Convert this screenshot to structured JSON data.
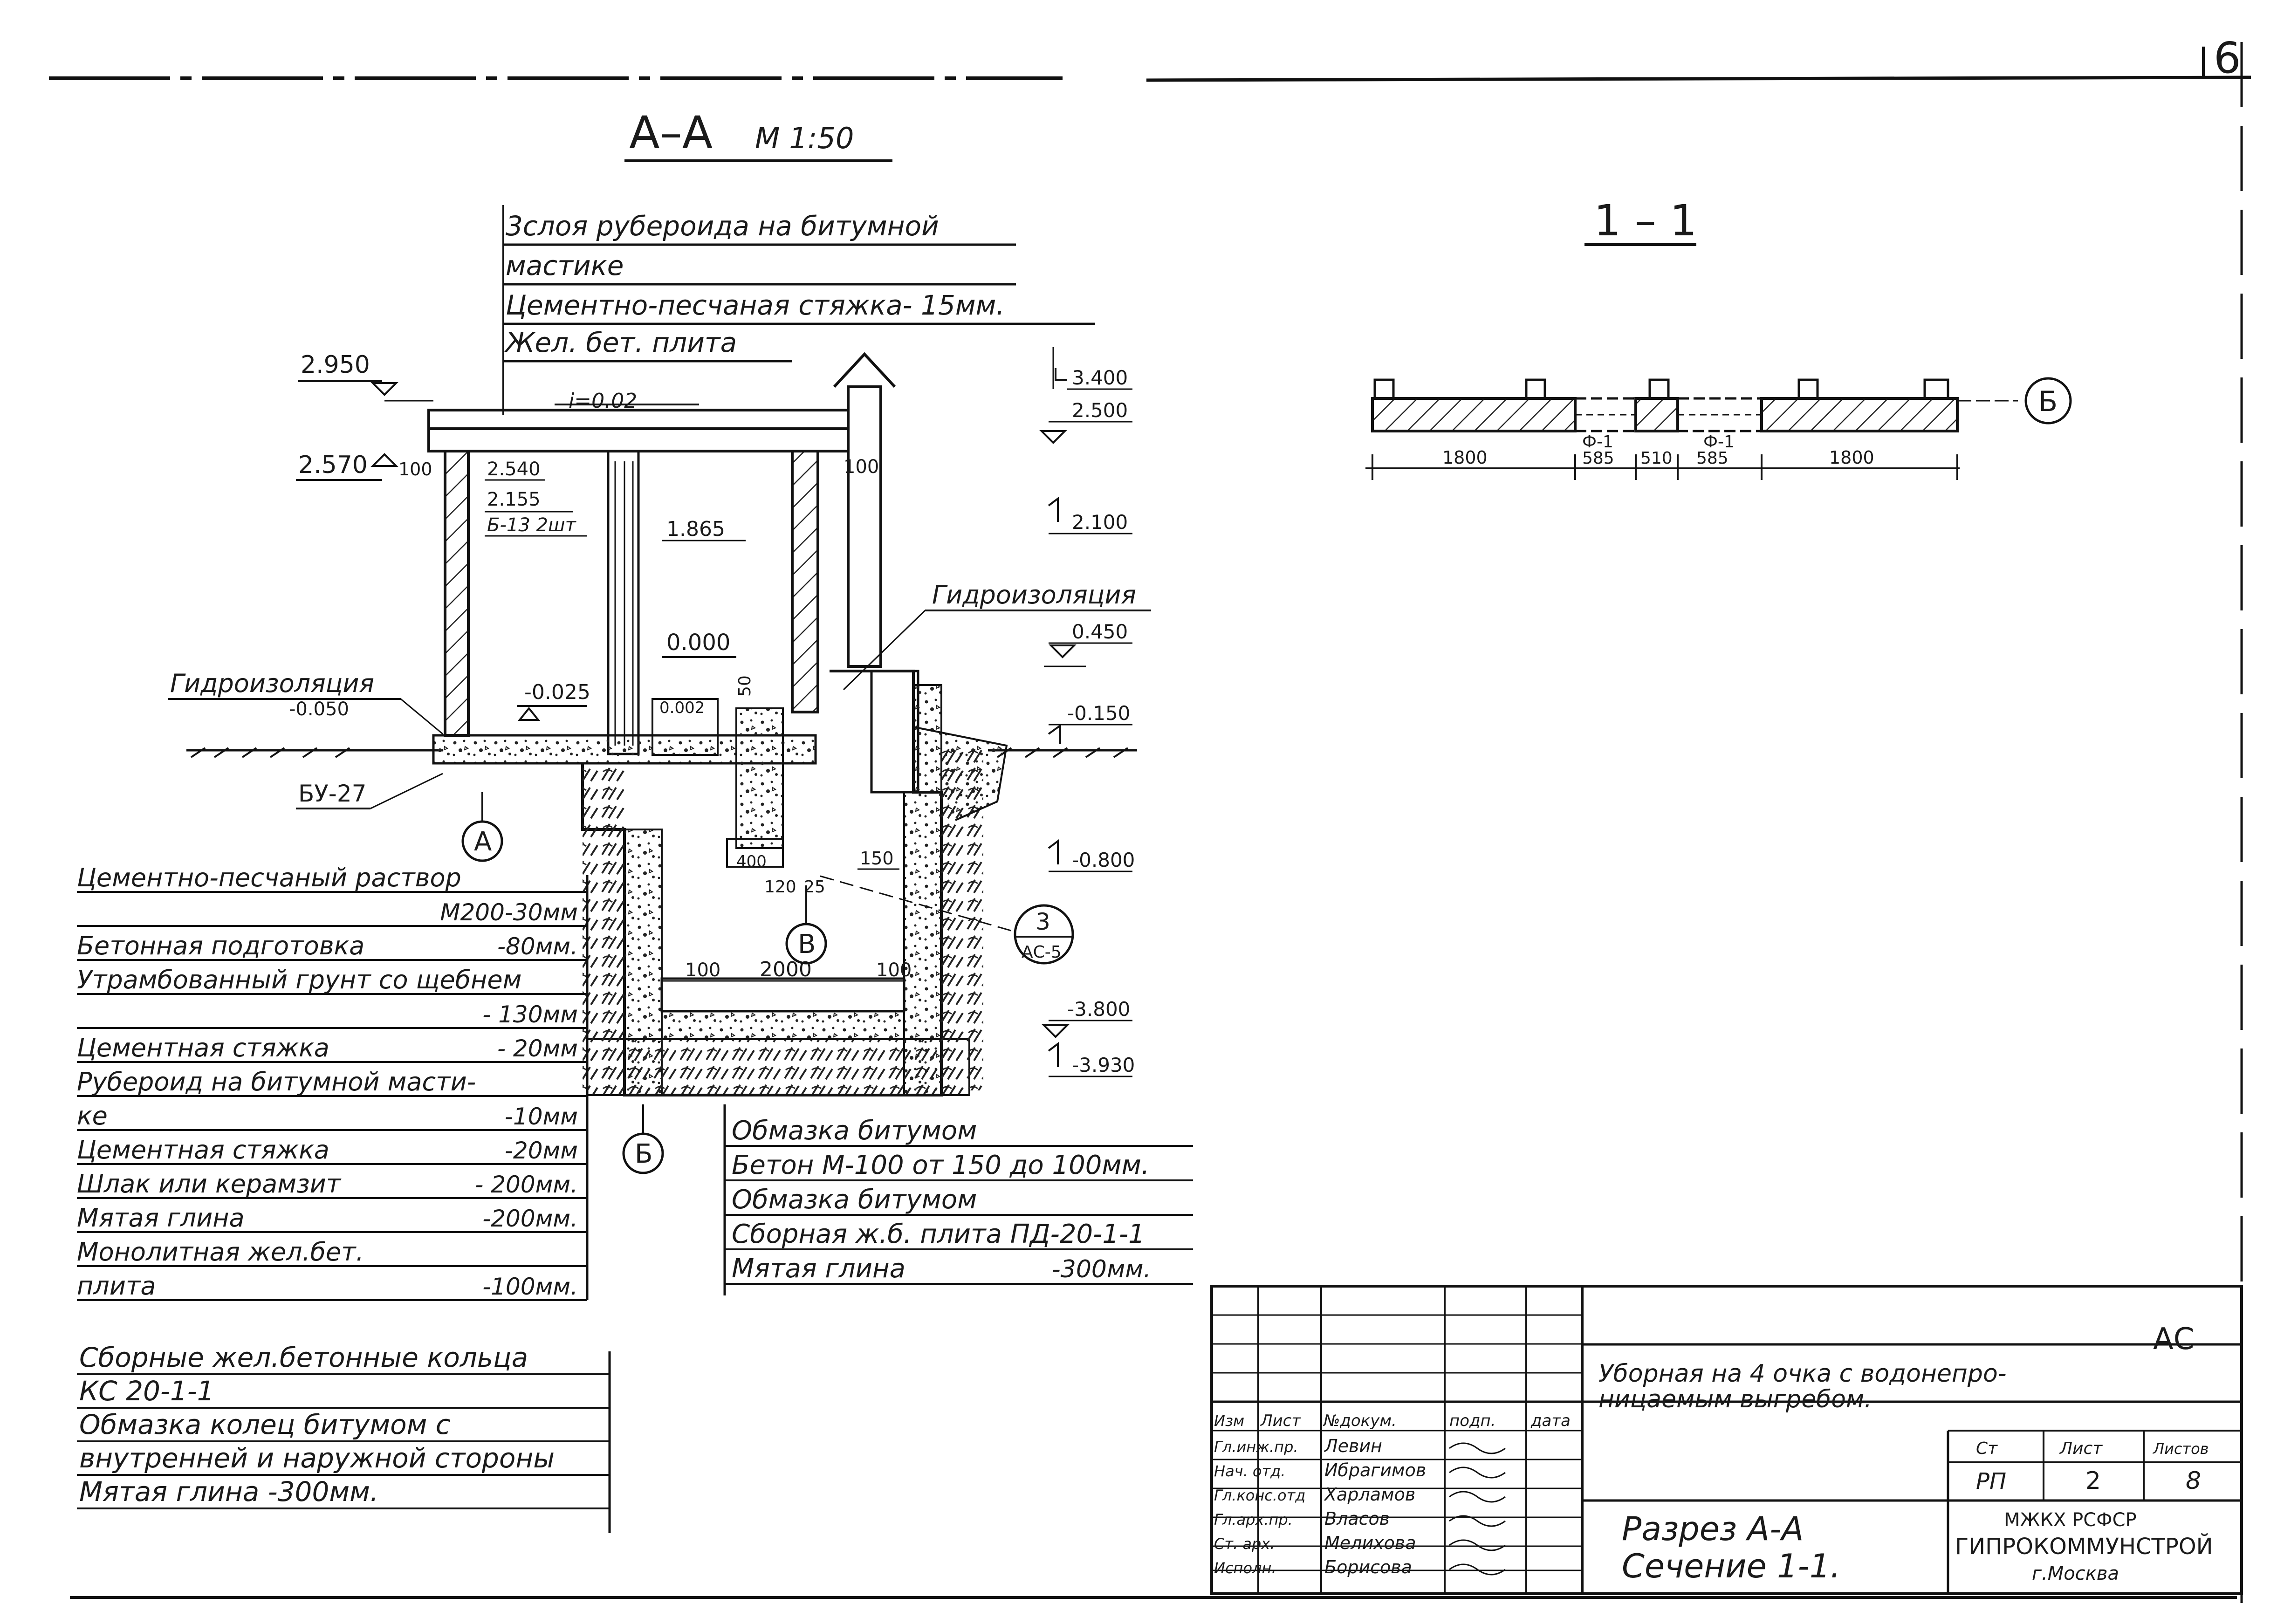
{
  "sheet": {
    "page_number": "6"
  },
  "section_aa": {
    "title": "А–А",
    "scale": "М 1:50",
    "roof_layers": [
      "3слоя рубероида на битумной",
      "мастике",
      "Цементно-песчаная стяжка- 15мм.",
      "Жел. бет. плита"
    ],
    "slope": "i=0.02",
    "levels_left": {
      "l2950": "2.950",
      "l2570": "2.570",
      "l2540": "2.540",
      "l2155": "2.155",
      "l1865": "1.865"
    },
    "lintel": "Б-13 2шт",
    "dims_small": {
      "d100a": "100",
      "d100b": "100",
      "d50": "50",
      "d400": "400",
      "d120": "120",
      "d25": "25",
      "d150": "150",
      "d100c": "100",
      "d2000": "2000",
      "d100d": "100"
    },
    "levels_mid": {
      "l0000": "0.000",
      "lm025": "-0.025",
      "lm050": "-0.050",
      "l0002": "0.002"
    },
    "levels_right": {
      "l3400": "3.400",
      "l2500": "2.500",
      "l2100": "2.100",
      "l0450": "0.450",
      "lm0150": "-0.150",
      "lm0800": "-0.800",
      "lm3800": "-3.800",
      "lm3930": "-3.930"
    },
    "waterproofing_left": "Гидроизоляция",
    "waterproofing_right": "Гидроизоляция",
    "block": "БУ-27",
    "marker_a": "А",
    "marker_v": "В",
    "marker_b": "Б",
    "callout": {
      "num": "3",
      "sheet": "АС-5"
    },
    "floor_layers": [
      {
        "name": "Цементно-песчаный раствор",
        "value": ""
      },
      {
        "name": "",
        "value": "М200-30мм"
      },
      {
        "name": "Бетонная подготовка",
        "value": "-80мм."
      },
      {
        "name": "Утрамбованный грунт со щебнем",
        "value": ""
      },
      {
        "name": "",
        "value": "- 130мм"
      },
      {
        "name": "Цементная стяжка",
        "value": "- 20мм"
      },
      {
        "name": "Рубероид на битумной масти-",
        "value": ""
      },
      {
        "name": "ке",
        "value": "-10мм"
      },
      {
        "name": "Цементная стяжка",
        "value": "-20мм"
      },
      {
        "name": "Шлак или керамзит",
        "value": "- 200мм."
      },
      {
        "name": "Мятая глина",
        "value": "-200мм."
      },
      {
        "name": "Монолитная жел.бет.",
        "value": ""
      },
      {
        "name": "плита",
        "value": "-100мм."
      }
    ],
    "pit_layers": [
      {
        "name": "Обмазка битумом",
        "value": ""
      },
      {
        "name": "Бетон М-100 от 150 до 100мм.",
        "value": ""
      },
      {
        "name": "Обмазка битумом",
        "value": ""
      },
      {
        "name": "Сборная ж.б. плита ПД-20-1-1",
        "value": ""
      },
      {
        "name": "Мятая глина",
        "value": "-300мм."
      }
    ],
    "ring_layers": [
      "Сборные жел.бетонные кольца",
      "КС 20-1-1",
      "Обмазка колец битумом с",
      "внутренней и наружной стороны",
      "Мятая глина -300мм."
    ]
  },
  "section_11": {
    "title": "1 – 1",
    "marker": "Б",
    "openings": [
      "Ф-1",
      "Ф-1"
    ],
    "dims": [
      "1800",
      "585",
      "510",
      "585",
      "1800"
    ]
  },
  "title_block": {
    "code": "АС",
    "project": "Уборная на 4 очка с водонепроницаемым выгребом.",
    "drawing_name_1": "Разрез А-А",
    "drawing_name_2": "Сечение 1-1.",
    "head": {
      "izm": "Изм",
      "list": "Лист",
      "doc": "№докум.",
      "sign": "подп.",
      "date": "дата"
    },
    "rows": [
      {
        "role": "Гл.инж.пр.",
        "name": "Левин"
      },
      {
        "role": "Нач. отд.",
        "name": "Ибрагимов"
      },
      {
        "role": "Гл.конс.отд",
        "name": "Харламов"
      },
      {
        "role": "Гл.арх.пр.",
        "name": "Власов"
      },
      {
        "role": "Ст. арх.",
        "name": "Мелихова"
      },
      {
        "role": "Исполн.",
        "name": "Борисова"
      }
    ],
    "stage_head": {
      "stage": "Ст",
      "sheet": "Лист",
      "sheets": "Листов"
    },
    "stage_val": {
      "stage": "РП",
      "sheet": "2",
      "sheets": "8"
    },
    "org_1": "МЖКХ РСФСР",
    "org_2": "ГИПРОКОММУНСТРОЙ",
    "org_3": "г.Москва"
  }
}
